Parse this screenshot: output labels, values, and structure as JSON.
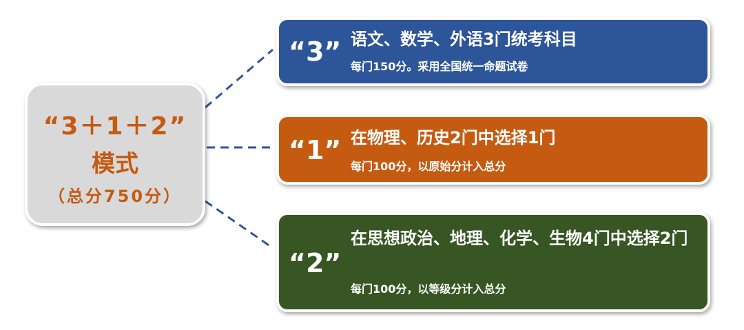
{
  "center": {
    "line1": "“3＋1＋2”",
    "line2": "模式",
    "line3": "（总分750分）"
  },
  "options": [
    {
      "number": "“3”",
      "title": "语文、数学、外语3门统考科目",
      "detail": "每门150分。采用全国统一命题试卷",
      "color": "#2d5599"
    },
    {
      "number": "“1”",
      "title": "在物理、历史2门中选择1门",
      "detail": "每门100分，以原始分计入总分",
      "color": "#c55a11"
    },
    {
      "number": "“2”",
      "title": "在思想政治、地理、化学、生物4门中选择2门",
      "detail": "每门100分，以等级分计入总分",
      "color": "#375623"
    }
  ]
}
